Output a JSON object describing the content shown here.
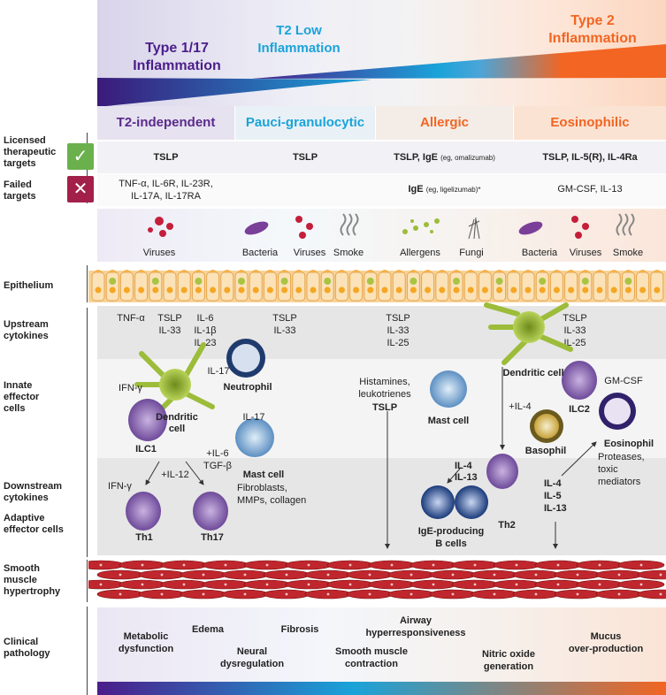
{
  "inflammation": {
    "type117": "Type 1/17\nInflammation",
    "t2low": "T2 Low\nInflammation",
    "type2": "Type 2\nInflammation"
  },
  "columns": [
    "T2-independent",
    "Pauci-granulocytic",
    "Allergic",
    "Eosinophilic"
  ],
  "left_labels": {
    "licensed": "Licensed therapeutic targets",
    "failed": "Failed targets",
    "epithelium": "Epithelium",
    "upstream": "Upstream cytokines",
    "innate": "Innate effector cells",
    "downstream": "Downstream cytokines",
    "adaptive": "Adaptive effector cells",
    "smooth": "Smooth muscle hypertrophy",
    "clinical": "Clinical pathology"
  },
  "licensed_row": [
    "TSLP",
    "TSLP",
    "TSLP, IgE",
    "TSLP, IL-5(R), IL-4Ra"
  ],
  "licensed_note": "(eg, omalizumab)",
  "failed_row": {
    "c1": "TNF-α, IL-6R, IL-23R,\nIL-17A, IL-17RA",
    "c3": "IgE",
    "c3_note": "(eg, ligelizumab)*",
    "c4": "GM-CSF, IL-13"
  },
  "triggers": [
    "Viruses",
    "Bacteria",
    "Viruses",
    "Smoke",
    "Allergens",
    "Fungi",
    "Bacteria",
    "Viruses",
    "Smoke"
  ],
  "upstream": {
    "a": "TNF-α",
    "b": "TSLP\nIL-33",
    "c": "IL-6\nIL-1β\nIL-23",
    "d": "TSLP\nIL-33",
    "e": "TSLP\nIL-33\nIL-25",
    "f": "TSLP\nIL-33\nIL-25"
  },
  "innate": {
    "ifng": "IFN-γ",
    "il17a": "IL-17",
    "dendritic1": "Dendritic\ncell",
    "neutrophil": "Neutrophil",
    "ilc1": "ILC1",
    "il17b": "IL-17",
    "histamines": "Histamines,\nleukotrienes",
    "tslp": "TSLP",
    "mastcell2": "Mast cell",
    "dendritic2": "Dendritic cell",
    "il4": "+IL-4",
    "ilc2": "ILC2",
    "gmcsf": "GM-CSF",
    "basophil": "Basophil",
    "eosinophil": "Eosinophil",
    "proteases": "Proteases,\ntoxic\nmediators"
  },
  "downstream": {
    "il12": "+IL-12",
    "il6": "+IL-6\nTGF-β",
    "mastcell1": "Mast cell",
    "fibro": "Fibroblasts,\nMMPs, collagen",
    "ifng2": "IFN-γ",
    "th1": "Th1",
    "th17": "Th17",
    "il4_13": "IL-4\nIL-13",
    "th2": "Th2",
    "bcells": "IgE-producing\nB cells",
    "il4_5_13": "IL-4\nIL-5\nIL-13"
  },
  "clinical": [
    "Metabolic\ndysfunction",
    "Edema",
    "Neural\ndysregulation",
    "Fibrosis",
    "Smooth muscle\ncontraction",
    "Airway\nhyperresponsiveness",
    "Nitric oxide\ngeneration",
    "Mucus\nover-production"
  ],
  "colors": {
    "purple": "#5b2a8c",
    "blue": "#1aa3d9",
    "orange": "#f26522",
    "green": "#6ab04c",
    "red": "#a3204a"
  }
}
